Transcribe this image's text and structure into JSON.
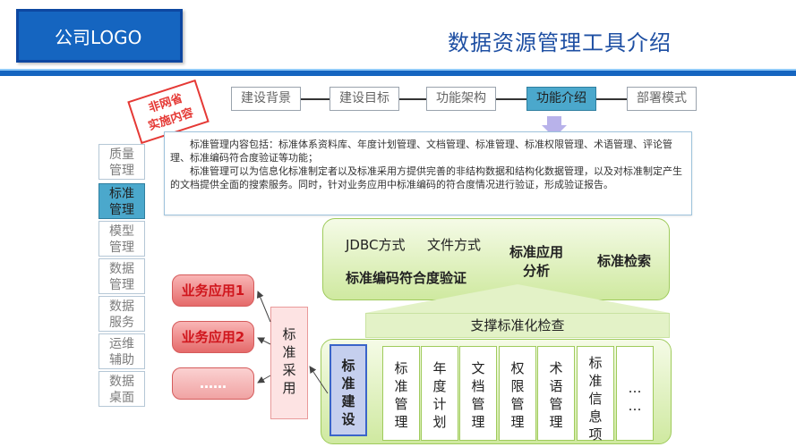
{
  "header": {
    "logo": "公司LOGO",
    "title": "数据资源管理工具介绍"
  },
  "stamp": {
    "line1": "非网省",
    "line2": "实施内容"
  },
  "steps": [
    {
      "label": "建设背景"
    },
    {
      "label": "建设目标"
    },
    {
      "label": "功能架构"
    },
    {
      "label": "功能介绍",
      "active": true
    },
    {
      "label": "部署模式"
    }
  ],
  "sidebar": {
    "items": [
      {
        "label": "质量\n管理"
      },
      {
        "label": "标准\n管理",
        "active": true
      },
      {
        "label": "模型\n管理"
      },
      {
        "label": "数据\n管理"
      },
      {
        "label": "数据\n服务"
      },
      {
        "label": "运维\n辅助"
      },
      {
        "label": "数据\n桌面"
      }
    ]
  },
  "description": {
    "para1": "标准管理内容包括：标准体系资料库、年度计划管理、文档管理、标准管理、标准权限管理、术语管理、评论管理、标准编码符合度验证等功能；",
    "para2": "标准管理可以为信息化标准制定者以及标准采用方提供完善的非结构数据和结构化数据管理，以及对标准制定产生的文档提供全面的搜索服务。同时，针对业务应用中标准编码的符合度情况进行验证，形成验证报告。"
  },
  "top_panel": {
    "jdbc": "JDBC方式",
    "file": "文件方式",
    "verify": "标准编码符合度验证",
    "analysis_1": "标准应用",
    "analysis_2": "分析",
    "search": "标准检索"
  },
  "support_label": "支撑标准化检查",
  "business": {
    "app1": "业务应用1",
    "app2": "业务应用2",
    "more": "……"
  },
  "std_use": "标\n准\n采\n用",
  "build": "标\n准\n建\n设",
  "columns": [
    {
      "label": "标\n准\n管\n理"
    },
    {
      "label": "年\n度\n计\n划"
    },
    {
      "label": "文\n档\n管\n理"
    },
    {
      "label": "权\n限\n管\n理"
    },
    {
      "label": "术\n语\n管\n理"
    },
    {
      "label": "标\n准\n信\n息\n项"
    },
    {
      "label": "…\n…"
    }
  ]
}
